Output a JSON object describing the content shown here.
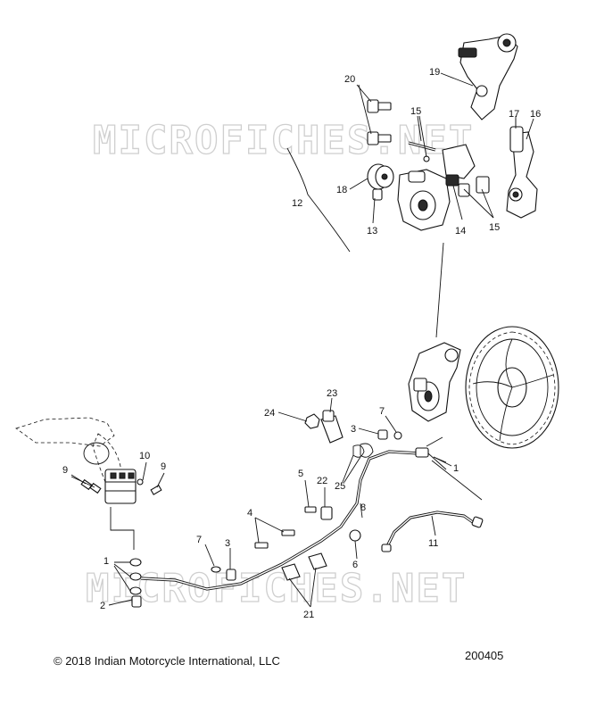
{
  "watermark": "MICROFICHES.NET",
  "footer": {
    "copyright": "© 2018 Indian Motorcycle International, LLC",
    "diagram_id": "200405"
  },
  "callouts": [
    "1",
    "1",
    "2",
    "3",
    "3",
    "4",
    "5",
    "6",
    "7",
    "7",
    "8",
    "9",
    "9",
    "10",
    "11",
    "12",
    "13",
    "14",
    "15",
    "15",
    "16",
    "17",
    "18",
    "19",
    "20",
    "21",
    "22",
    "23",
    "24",
    "25"
  ]
}
